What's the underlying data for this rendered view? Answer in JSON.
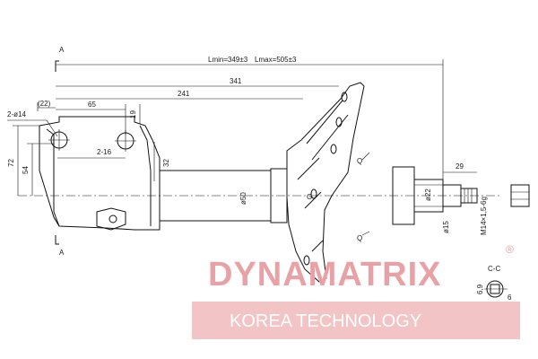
{
  "dimensions": {
    "lmin": "Lmin=349±3",
    "lmax": "Lmax=505±3",
    "d341": "341",
    "d241": "241",
    "d65": "65",
    "d22": "(22)",
    "d19": "19",
    "d216": "2-16",
    "d2phi14": "2-ø14",
    "d72": "72",
    "d54": "54",
    "d32": "32",
    "d50": "ø50",
    "d29": "29",
    "d22b": "ø22",
    "d15": "ø15",
    "thread": "M14×1,5-6g",
    "d69": "6,9",
    "d6": "6"
  },
  "labels": {
    "section_top": "A",
    "section_bottom": "A",
    "q_top": "Q",
    "q_bottom": "Q",
    "g_mark": "G",
    "cc": "C-C"
  },
  "brand": {
    "name": "DYNAMATRIX",
    "registered": "®",
    "tagline": "KOREA TECHNOLOGY",
    "color": "#e8a2a6",
    "banner_color": "#f2c4c6"
  }
}
